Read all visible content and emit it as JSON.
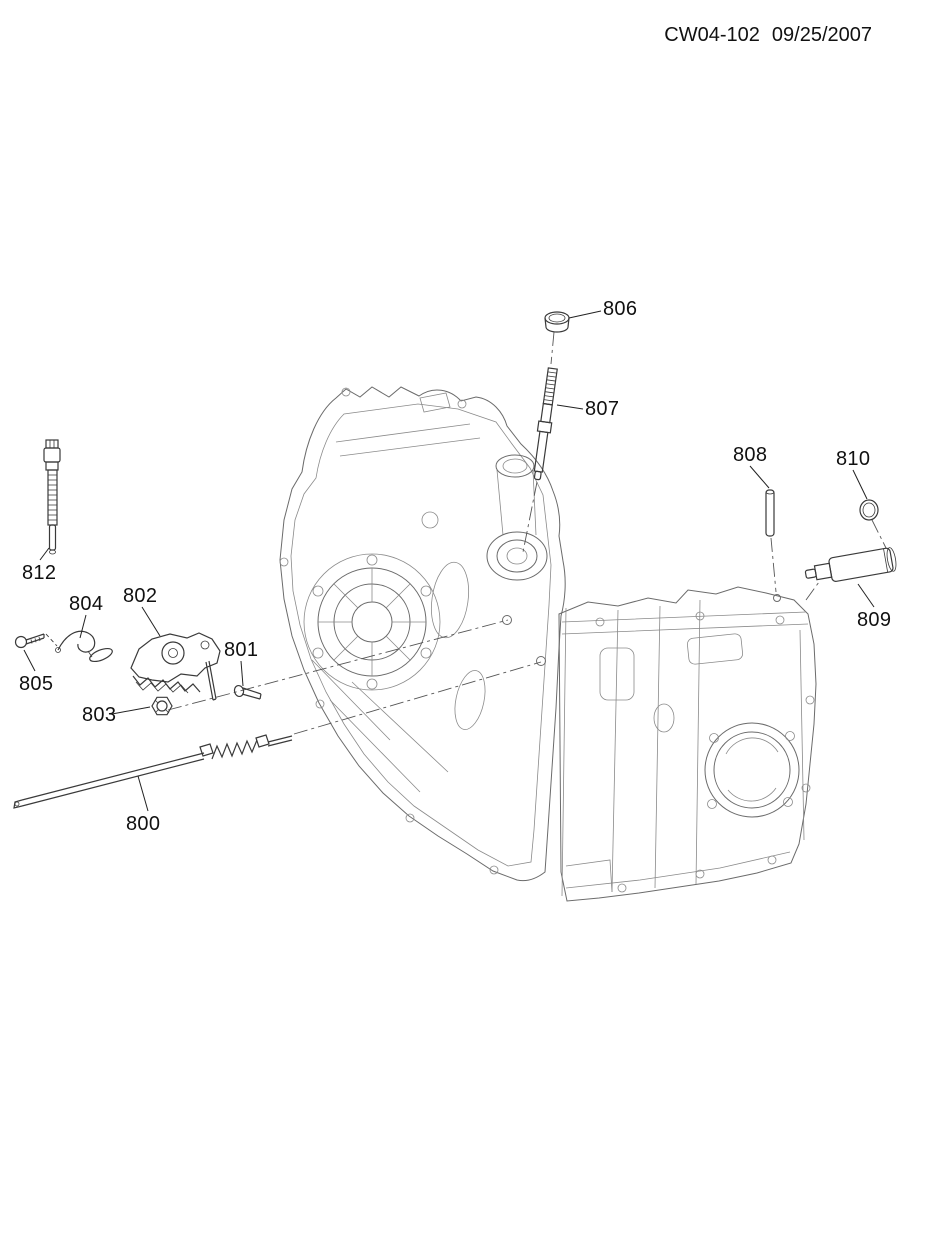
{
  "header": {
    "code": "CW04-102",
    "date": "09/25/2007"
  },
  "callout_labels": {
    "p800": "800",
    "p801": "801",
    "p802": "802",
    "p803": "803",
    "p804": "804",
    "p805": "805",
    "p806": "806",
    "p807": "807",
    "p808": "808",
    "p809": "809",
    "p810": "810",
    "p812": "812"
  },
  "colors": {
    "background": "#ffffff",
    "ink": "#111111",
    "case_line": "#6b6b6b",
    "part_line": "#3a3a3a"
  }
}
